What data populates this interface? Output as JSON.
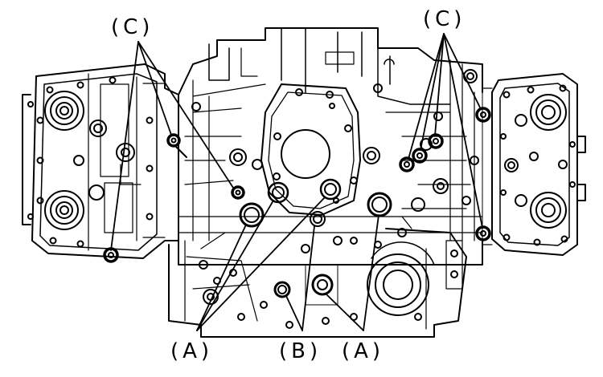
{
  "callouts": {
    "c_left": "(C)",
    "c_right": "(C)",
    "a_left": "(A)",
    "b_center": "(B)",
    "a_right": "(A)"
  },
  "colors": {
    "line": "#000000",
    "background": "#ffffff"
  }
}
